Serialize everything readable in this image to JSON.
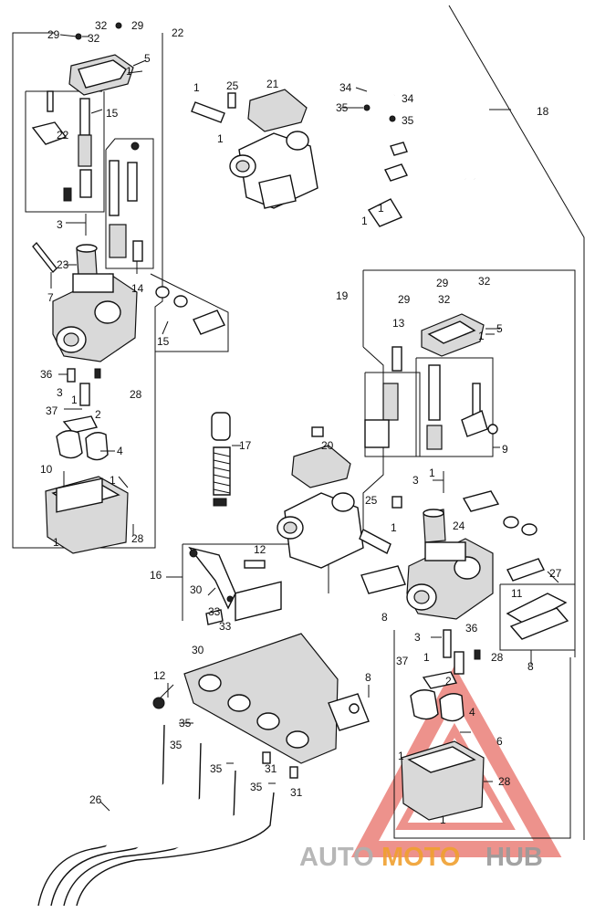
{
  "callouts": {
    "c1": "1",
    "c2": "2",
    "c3": "3",
    "c4": "4",
    "c5": "5",
    "c6": "6",
    "c7": "7",
    "c8": "8",
    "c9": "9",
    "c10": "10",
    "c11": "11",
    "c12": "12",
    "c13": "13",
    "c14": "14",
    "c15": "15",
    "c16": "16",
    "c17": "17",
    "c18": "18",
    "c19": "19",
    "c20": "20",
    "c21": "21",
    "c22": "22",
    "c23": "23",
    "c24": "24",
    "c25": "25",
    "c26": "26",
    "c27": "27",
    "c28": "28",
    "c29": "29",
    "c30": "30",
    "c31": "31",
    "c32": "32",
    "c33": "33",
    "c34": "34",
    "c35": "35",
    "c36": "36",
    "c37": "37"
  },
  "watermark": {
    "part1": "AUTO",
    "part2": "MOTO",
    "part3": "HUB",
    "color_gray": "#b0b0b0",
    "color_orange": "#f0a030",
    "color_red": "#e03a30"
  }
}
